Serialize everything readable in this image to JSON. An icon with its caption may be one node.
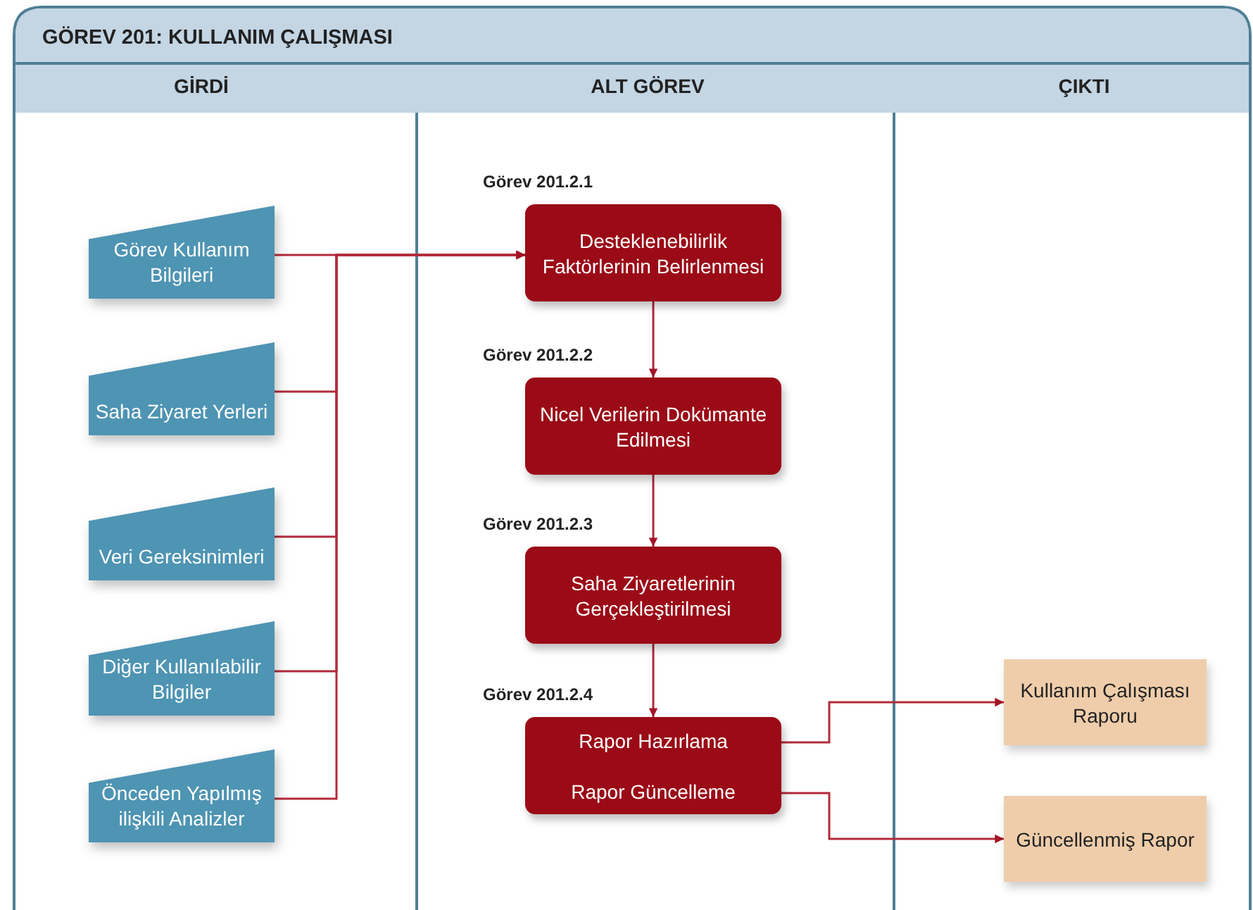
{
  "diagram": {
    "title": "GÖREV 201: KULLANIM ÇALIŞMASI",
    "nodes": [
      {
        "text": [
          "Görev Kullanım Bilgileri"
        ]
      },
      {
        "text": [
          "Saha Ziyaret Yerleri"
        ]
      },
      {
        "text": [
          "Veri Gereksinimleri"
        ]
      },
      {
        "text": [
          "Diğer Kullanılabilir Bilgiler"
        ]
      },
      {
        "text": [
          "Önceden Yapılmış ilişkili Analizler"
        ]
      },
      {
        "text": [
          "Desteklenebilirlik Faktörlerinin Belirlenmesi"
        ],
        "beside": [
          "Görev 201.2.1"
        ]
      },
      {
        "text": [
          "Nicel Verilerin Dokümante Edilmesi"
        ],
        "beside": [
          "Görev 201.2.2"
        ]
      },
      {
        "text": [
          "Saha Ziyaretlerinin Gerçekleştirilmesi"
        ],
        "beside": [
          "Görev 201.2.3"
        ]
      },
      {
        "text": [
          "Rapor Hazırlama",
          "Rapor Güncelleme"
        ],
        "beside": [
          "Görev 201.2.4"
        ]
      },
      {
        "text": [
          "Kullanım Çalışması Raporu"
        ]
      },
      {
        "text": [
          "Güncellenmiş Rapor"
        ]
      }
    ],
    "edges": [
      {
        "from": 0,
        "to": 5,
        "arrow": "to"
      },
      {
        "from": 1,
        "to": 5,
        "arrow": "to"
      },
      {
        "from": 2,
        "to": 5,
        "arrow": "to"
      },
      {
        "from": 3,
        "to": 5,
        "arrow": "to"
      },
      {
        "from": 4,
        "to": 5,
        "arrow": "to"
      },
      {
        "from": 5,
        "to": 6,
        "arrow": "to"
      },
      {
        "from": 6,
        "to": 7,
        "arrow": "to"
      },
      {
        "from": 7,
        "to": 8,
        "arrow": "to"
      },
      {
        "from": 8,
        "to": 9,
        "arrow": "to"
      },
      {
        "from": 8,
        "to": 10,
        "arrow": "to"
      }
    ],
    "labels": [
      "GİRDİ",
      "ALT GÖREV",
      "ÇIKTI"
    ]
  }
}
